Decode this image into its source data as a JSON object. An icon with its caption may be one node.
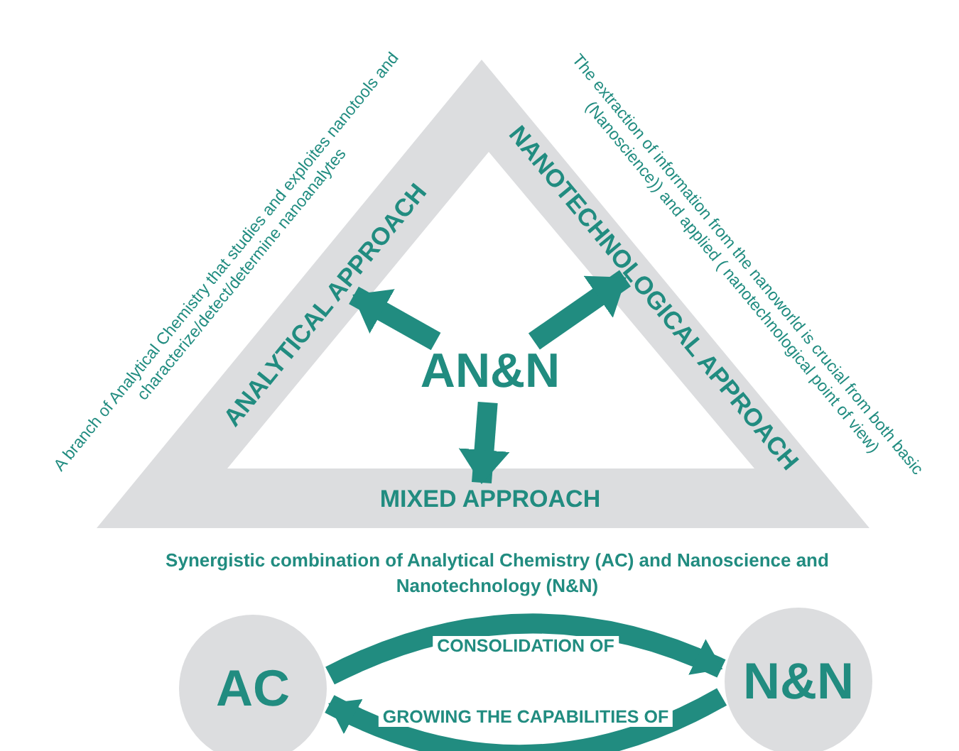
{
  "diagram": {
    "nodes": [
      {
        "text": [
          "AN&N"
        ]
      },
      {
        "text": [
          "ANALYTICAL APPROACH"
        ],
        "beside": [
          "A branch of Analytical Chemistry that studies and exploites nanotools and characterize/detect/determine nanoanalytes"
        ]
      },
      {
        "text": [
          "NANOTECHNOLOGICAL APPROACH"
        ],
        "beside": [
          "The extraction of information from the nanoworld is crucial from both basic (Nanoscience)) and applied ( nanotechnological point of view)"
        ]
      },
      {
        "text": [
          "MIXED APPROACH"
        ]
      },
      {
        "text": [
          "AC"
        ]
      },
      {
        "text": [
          "N&N"
        ]
      }
    ],
    "edges": [
      {
        "from": 0,
        "to": 1,
        "arrow": "to"
      },
      {
        "from": 0,
        "to": 2,
        "arrow": "to"
      },
      {
        "from": 0,
        "to": 3,
        "arrow": "to"
      },
      {
        "from": 4,
        "to": 5,
        "arrow": "to",
        "label": "CONSOLIDATION OF"
      },
      {
        "from": 5,
        "to": 4,
        "arrow": "to",
        "label": "GROWING THE CAPABILITIES OF"
      }
    ],
    "labels": [
      "Synergistic combination of Analytical Chemistry (AC) and Nanoscience and Nanotechnology (N&N)"
    ]
  }
}
